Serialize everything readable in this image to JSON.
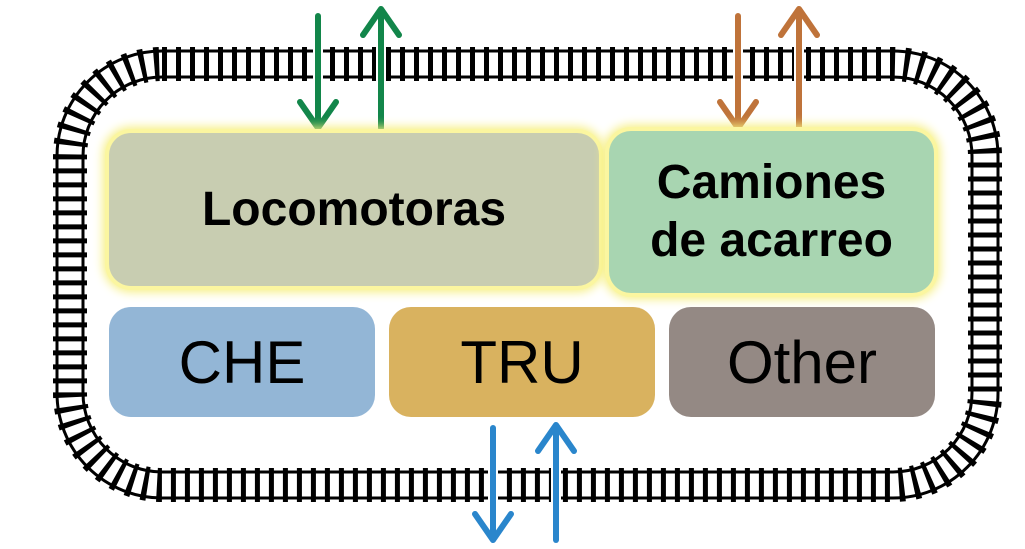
{
  "diagram": {
    "boxes": {
      "locomotoras": {
        "label": "Locomotoras",
        "color": "#c8cdb1"
      },
      "camiones": {
        "label": "Camiones\nde acarreo",
        "color": "#a8d5b1"
      },
      "che": {
        "label": "CHE",
        "color": "#93b6d6"
      },
      "tru": {
        "label": "TRU",
        "color": "#d9b25f"
      },
      "other": {
        "label": "Other",
        "color": "#948984"
      }
    },
    "arrow_colors": {
      "locomotoras": "#12864a",
      "camiones": "#bf733a",
      "tru": "#2a86cc"
    },
    "track_color": "#000000",
    "highlight_color": "#f6ef80"
  }
}
